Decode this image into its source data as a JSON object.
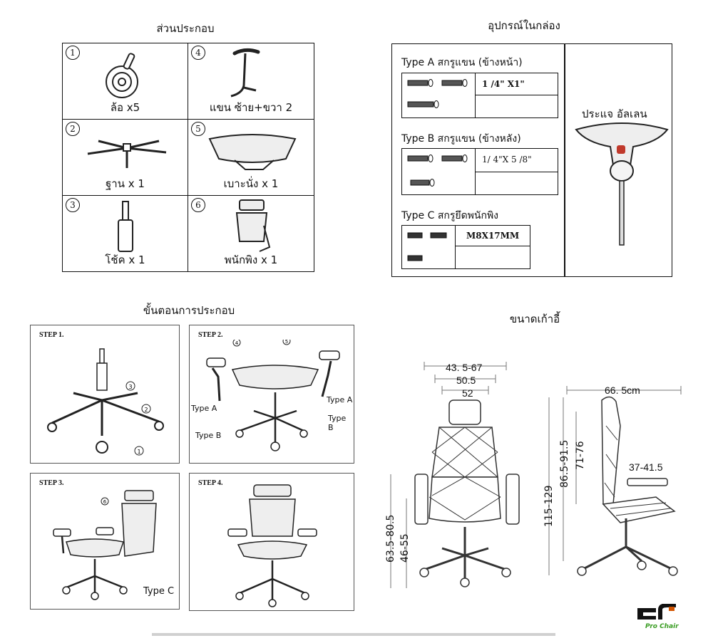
{
  "sections": {
    "parts_title": "ส่วนประกอบ",
    "box_title": "อุปกรณ์ในกล่อง",
    "steps_title": "ขั้นตอนการประกอบ",
    "size_title": "ขนาดเก้าอี้"
  },
  "parts": [
    {
      "num": "1",
      "label": "ล้อ x5"
    },
    {
      "num": "4",
      "label": "แขน ซ้าย+ขวา 2"
    },
    {
      "num": "2",
      "label": "ฐาน x 1"
    },
    {
      "num": "5",
      "label": "เบาะนั่ง x 1"
    },
    {
      "num": "3",
      "label": "โช้ค x 1"
    },
    {
      "num": "6",
      "label": "พนักพิง x 1"
    }
  ],
  "screws": {
    "type_a": {
      "label": "Type A สกรูแขน (ข้างหน้า)",
      "spec": "1 /4\" X1\""
    },
    "type_b": {
      "label": "Type B สกรูแขน (ข้างหลัง)",
      "spec": "1/ 4\"X 5 /8\""
    },
    "type_c": {
      "label": "Type C สกรูยึดพนักพิง",
      "spec": "M8X17MM"
    },
    "wrench": "ประแจ อัลเลน"
  },
  "steps": [
    {
      "name": "STEP 1.",
      "marks": [
        "3",
        "2",
        "1"
      ]
    },
    {
      "name": "STEP 2.",
      "marks": [
        "4",
        "5"
      ],
      "labels": [
        "Type A",
        "Type B",
        "Type A",
        "Type B"
      ]
    },
    {
      "name": "STEP 3.",
      "marks": [
        "6"
      ],
      "labels": [
        "Type C"
      ]
    },
    {
      "name": "STEP 4."
    }
  ],
  "dimensions": {
    "top1": "43. 5-67",
    "top2": "50.5",
    "top3": "52",
    "h_seat": "63.5-80.5",
    "h_arm": "46-55",
    "depth": "66. 5cm",
    "h_total": "115-129",
    "h_back1": "86.5-91.5",
    "h_back2": "71-76",
    "seat_depth": "37-41.5"
  },
  "logo": {
    "text": "Pro Chair"
  }
}
